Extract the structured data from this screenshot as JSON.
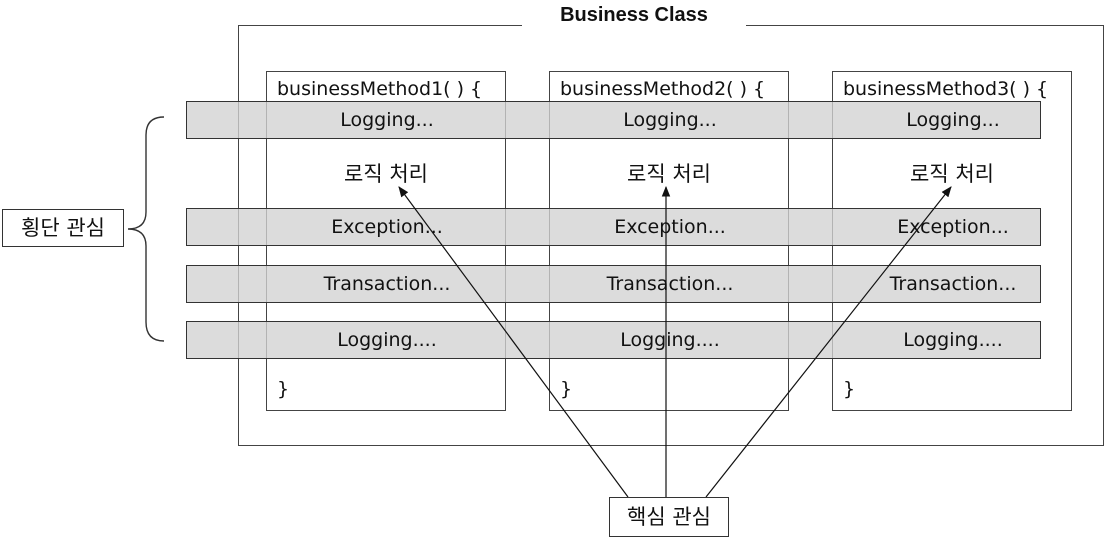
{
  "title": "Business Class",
  "methods": [
    {
      "header": "businessMethod1( ) {",
      "logic": "로직 처리",
      "close": "}"
    },
    {
      "header": "businessMethod2( ) {",
      "logic": "로직 처리",
      "close": "}"
    },
    {
      "header": "businessMethod3( ) {",
      "logic": "로직 처리",
      "close": "}"
    }
  ],
  "bands": [
    {
      "label": "Logging..."
    },
    {
      "label": "Exception..."
    },
    {
      "label": "Transaction..."
    },
    {
      "label": "Logging...."
    }
  ],
  "cross_cutting_label": "횡단 관심",
  "core_concern_label": "핵심 관심"
}
